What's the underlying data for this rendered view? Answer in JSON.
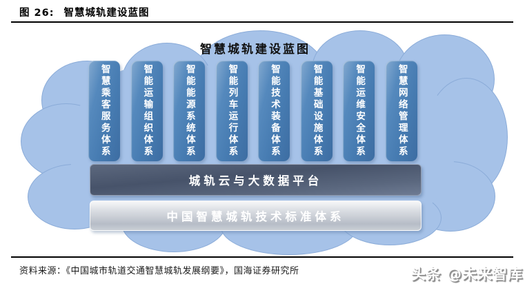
{
  "figure": {
    "label": "图 26:",
    "title": "智慧城轨建设蓝图"
  },
  "diagram": {
    "cloud_title": "智慧城轨建设蓝图",
    "pillars": [
      "智慧乘客服务体系",
      "智能运输组织体系",
      "智能能源系统体系",
      "智能列车运行体系",
      "智能技术装备体系",
      "智能基础设施体系",
      "智能运维安全体系",
      "智慧网络管理体系"
    ],
    "platform_bar": "城轨云与大数据平台",
    "standard_bar": "中国智慧城轨技术标准体系"
  },
  "footer": {
    "source": "资料来源：《中国城市轨道交通智慧城轨发展纲要》，国海证券研究所"
  },
  "watermark": "头条 @未来智库",
  "colors": {
    "cloud_fill": "#a6c2e8",
    "cloud_edge": "#8aabd8",
    "pillar_blue": "#477cb2",
    "platform_bar_slate": "#47536a",
    "standard_bar_gray": "#b7bdc7",
    "text_on_fills": "#ffffff"
  }
}
